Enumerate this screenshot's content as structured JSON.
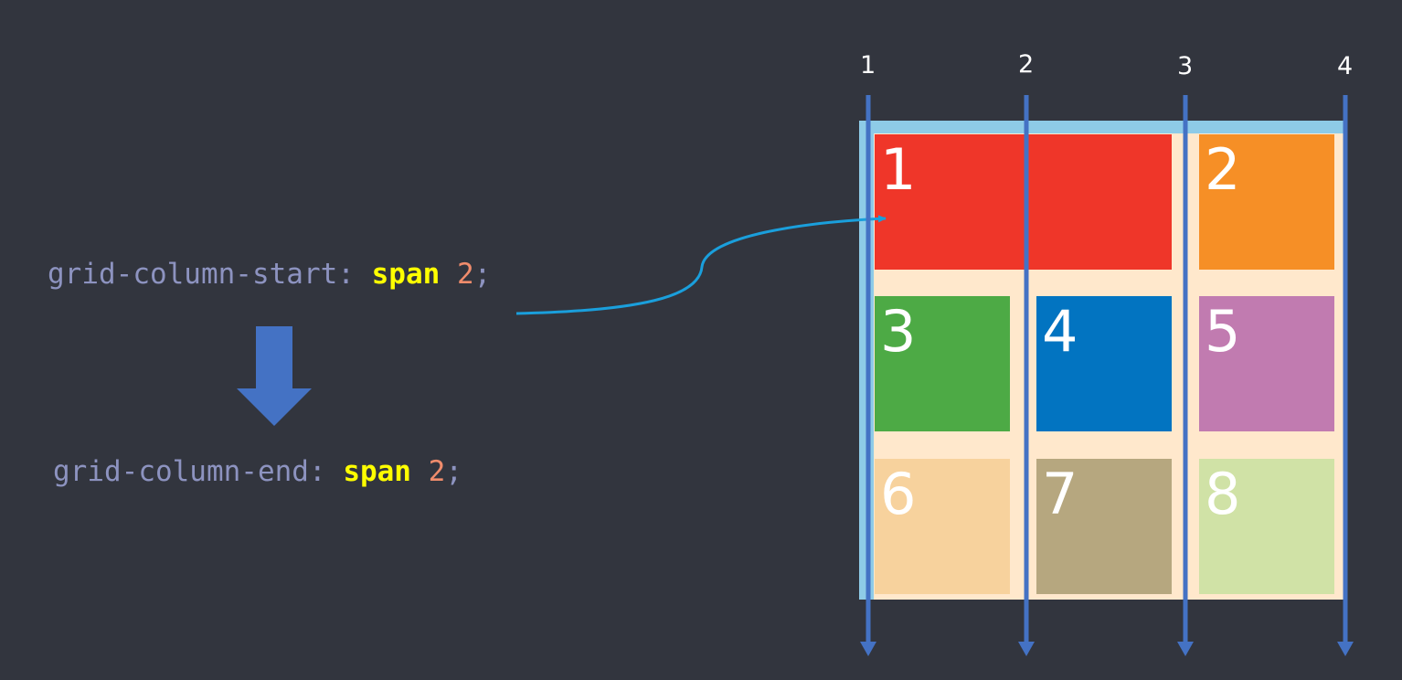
{
  "code_lines": {
    "start": {
      "property": "grid-column-start",
      "colon": ":",
      "keyword": "span",
      "value": "2",
      "semicolon": ";"
    },
    "end": {
      "property": "grid-column-end",
      "colon": ":",
      "keyword": "span",
      "value": "2",
      "semicolon": ";"
    }
  },
  "colors": {
    "background": "#32353e",
    "property_text": "#8d93c0",
    "keyword_text": "#ffff00",
    "number_text": "#f08c6c",
    "down_arrow": "#4472c4",
    "grid_line": "#4472c4",
    "connector": "#1a9fdc",
    "container_bg": "#ffe8cc",
    "container_edge": "#8ecbe7"
  },
  "grid_lines": [
    {
      "label": "1"
    },
    {
      "label": "2"
    },
    {
      "label": "3"
    },
    {
      "label": "4"
    }
  ],
  "grid_items": [
    {
      "label": "1",
      "color": "#ef3629",
      "col_start": 1,
      "col_span": 2,
      "row": 1
    },
    {
      "label": "2",
      "color": "#f68f26",
      "col_start": 3,
      "col_span": 1,
      "row": 1
    },
    {
      "label": "3",
      "color": "#4daa45",
      "col_start": 1,
      "col_span": 1,
      "row": 2
    },
    {
      "label": "4",
      "color": "#0274c1",
      "col_start": 2,
      "col_span": 1,
      "row": 2
    },
    {
      "label": "5",
      "color": "#c17bb0",
      "col_start": 3,
      "col_span": 1,
      "row": 2
    },
    {
      "label": "6",
      "color": "#f7d29d",
      "col_start": 1,
      "col_span": 1,
      "row": 3
    },
    {
      "label": "7",
      "color": "#b6a77f",
      "col_start": 2,
      "col_span": 1,
      "row": 3
    },
    {
      "label": "8",
      "color": "#d0e2a6",
      "col_start": 3,
      "col_span": 1,
      "row": 3
    }
  ]
}
